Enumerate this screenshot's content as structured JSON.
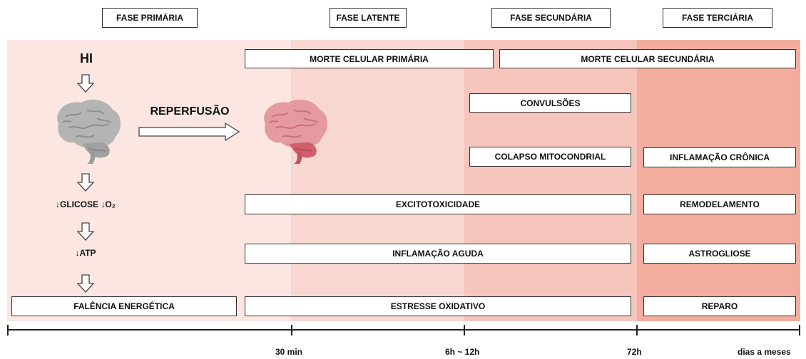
{
  "phases": {
    "primary": "FASE PRIMÁRIA",
    "latent": "FASE LATENTE",
    "secondary": "FASE SECUNDÁRIA",
    "tertiary": "FASE TERCIÁRIA"
  },
  "colors": {
    "band_primary": "#fbe6e2",
    "band_latent": "#f8d7d1",
    "band_secondary": "#f6c5bc",
    "band_tertiary": "#f2ad9f"
  },
  "left_column": {
    "hi": "HI",
    "reperfusion": "REPERFUSÃO",
    "glucose_o2": "↓GLICOSE ↓O₂",
    "atp": "↓ATP",
    "energy_failure": "FALÊNCIA ENERGÉTICA"
  },
  "boxes": {
    "primary_cell_death": "MORTE CELULAR PRIMÁRIA",
    "secondary_cell_death": "MORTE CELULAR SECUNDÁRIA",
    "seizures": "CONVULSÕES",
    "mitochondrial_collapse": "COLAPSO MITOCONDRIAL",
    "chronic_inflammation": "INFLAMAÇÃO CRÔNICA",
    "excitotoxicity": "EXCITOTOXICIDADE",
    "remodeling": "REMODELAMENTO",
    "acute_inflammation": "INFLAMAÇÃO AGUDA",
    "astrogliosis": "ASTROGLIOSE",
    "oxidative_stress": "ESTRESSE OXIDATIVO",
    "repair": "REPARO"
  },
  "timeline": {
    "t1": "30 min",
    "t2": "6h ~ 12h",
    "t3": "72h",
    "t4": "dias a meses"
  },
  "icons": [
    "down-arrow-icon",
    "right-arrow-icon",
    "brain-gray-icon",
    "brain-red-icon"
  ]
}
